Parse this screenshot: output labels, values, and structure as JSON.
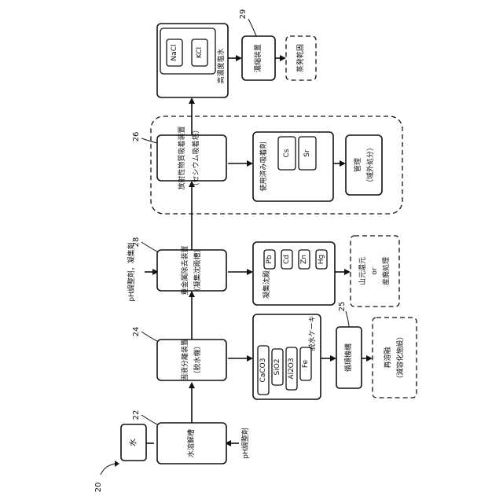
{
  "figure": {
    "figure_ref": "20",
    "water": {
      "label": "水"
    },
    "dissolution_tank": {
      "ref": "22",
      "label": "水溶解槽",
      "input": "pH調整剤"
    },
    "solid_liquid_separator": {
      "ref": "24",
      "label": "固液分離装置",
      "sub": "（脱水機）"
    },
    "dewatered_cake": {
      "label": "脱水ケーキ",
      "items": [
        "CaCO3",
        "SiO2",
        "Al2O3",
        "Fe"
      ]
    },
    "circulation": {
      "ref": "25",
      "label": "循環機構"
    },
    "remelt": {
      "label": "再溶融",
      "sub": "（減容化施設）"
    },
    "heavy_metal_remover": {
      "ref": "28",
      "label": "重金属除去装置",
      "sub": "（凝集沈殿槽）",
      "input": "pH調整剤，凝集剤"
    },
    "coagulated_sediment": {
      "label": "凝集沈殿",
      "items": [
        "Pb",
        "Cd",
        "Zn",
        "Hg"
      ]
    },
    "mine_return": {
      "label": "山元還元",
      "or": "or",
      "label2": "産廃処理"
    },
    "adsorption": {
      "ref": "26",
      "label": "放射性物質吸着装置",
      "sub": "（セシウム吸着塔）"
    },
    "used_adsorbent": {
      "label": "使用済み吸着剤",
      "items": [
        "Cs",
        "Sr"
      ]
    },
    "management": {
      "label": "管理",
      "sub": "（域外処分）"
    },
    "brine": {
      "label": "高濃度塩水",
      "items": [
        "NaCl",
        "KCl"
      ]
    },
    "concentrator": {
      "ref": "29",
      "label": "濃縮装置"
    },
    "evaporation": {
      "label": "蒸発乾固"
    }
  }
}
